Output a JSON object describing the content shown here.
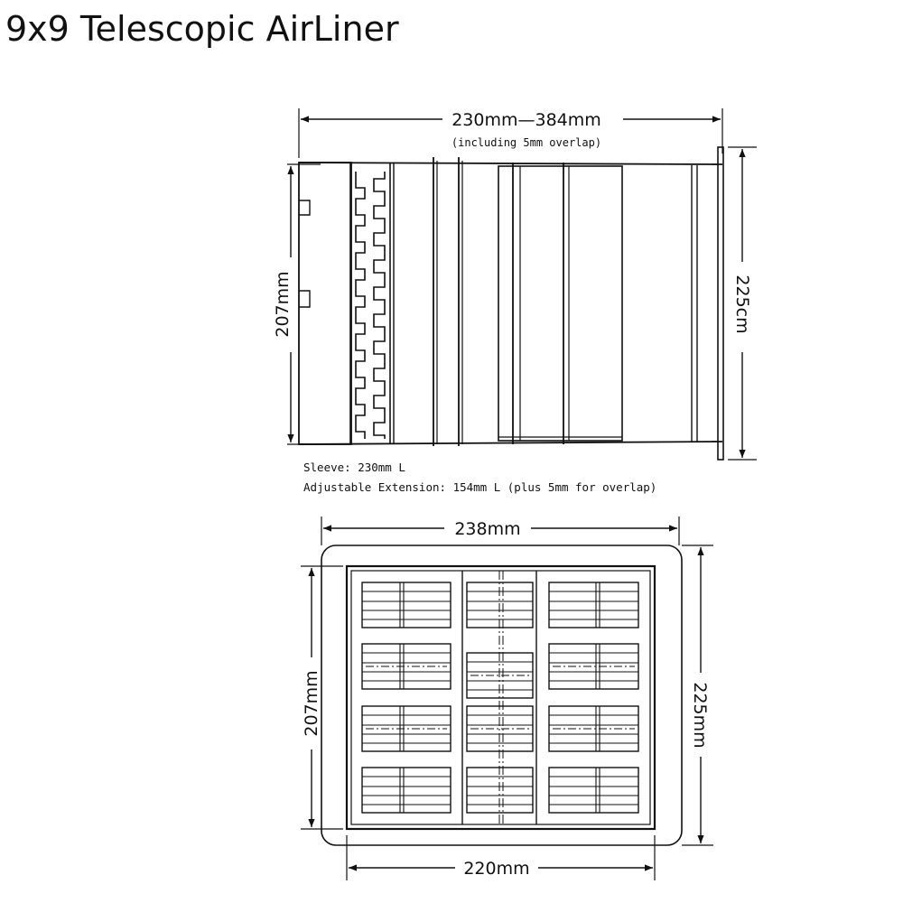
{
  "title": "9x9 Telescopic AirLiner",
  "side_view": {
    "length_label": "230mm—384mm",
    "length_note": "(including 5mm overlap)",
    "left_height_label": "207mm",
    "right_height_label": "225cm",
    "sleeve_note": "Sleeve: 230mm L",
    "extension_note": "Adjustable Extension: 154mm L (plus 5mm for overlap)"
  },
  "front_view": {
    "top_width_label": "238mm",
    "bottom_width_label": "220mm",
    "left_height_label": "207mm",
    "right_height_label": "225mm"
  }
}
